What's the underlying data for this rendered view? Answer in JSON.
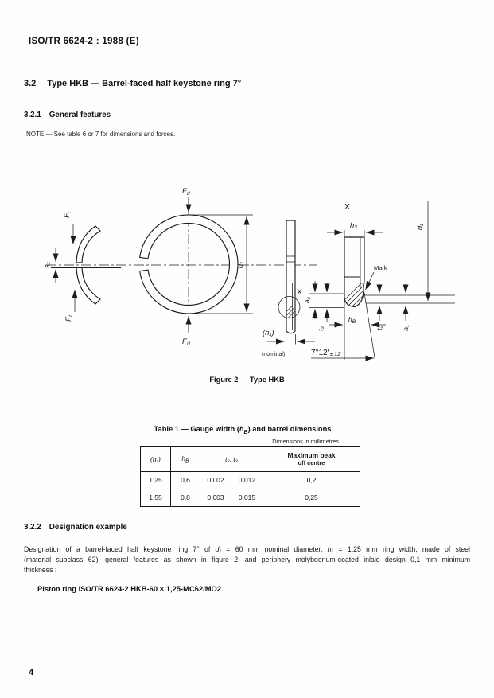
{
  "page": {
    "header": "ISO/TR 6624-2 : 1988 (E)",
    "page_number": "4"
  },
  "sections": {
    "s32_number": "3.2",
    "s32_title": "Type HKB — Barrel-faced half keystone ring 7°",
    "s321_number": "3.2.1",
    "s321_title": "General features",
    "note": "NOTE — See table 6 or 7 for dimensions and forces.",
    "s322_number": "3.2.2",
    "s322_title": "Designation example"
  },
  "figure": {
    "caption": "Figure 2 — Type HKB",
    "labels": {
      "fd": {
        "base": "F",
        "sub": "d"
      },
      "ft": {
        "base": "F",
        "sub": "t"
      },
      "s1": "s₁",
      "d1": "d₁",
      "x": "X",
      "h3": "h₃",
      "mark": "Mark",
      "a6": "a₆",
      "t3": "t₃",
      "t2": "t₂",
      "a1": "a₁",
      "hb": {
        "base": "h",
        "sub": "B"
      },
      "h1_nominal": "(h₁)",
      "nominal_note": "(nominal)",
      "angle_main": "7°12′",
      "angle_tol": "± 12′"
    }
  },
  "table1": {
    "title_pre": "Table 1 — Gauge width (",
    "title_sym": {
      "base": "h",
      "sub": "B"
    },
    "title_post": ") and barrel dimensions",
    "units_note": "Dimensions in millimetres",
    "headers": {
      "h1": "(h₁)",
      "hb": {
        "base": "h",
        "sub": "B"
      },
      "t23": "t₂, t₃",
      "peak_line1": "Maximum peak",
      "peak_line2": "off centre"
    },
    "rows": [
      {
        "h1": "1,25",
        "hb": "0,6",
        "t2": "0,002",
        "t3": "0,012",
        "peak": "0,2"
      },
      {
        "h1": "1,55",
        "hb": "0,8",
        "t2": "0,003",
        "t3": "0,015",
        "peak": "0,25"
      }
    ]
  },
  "designation": {
    "line1_pre": "Designation of a barrel-faced half keystone ring 7° of ",
    "line1_sym1": "d₁",
    "line1_mid": " = 60 mm nominal diameter, ",
    "line1_sym2": "h₁",
    "line1_post": " = 1,25 mm ring width, made of steel",
    "line2": "(material subclass 62), general features as shown in figure 2, and periphery molybdenum-coated inlaid design 0,1 mm minimum",
    "line3": "thickness :",
    "code": "Piston ring ISO/TR 6624-2 HKB-60 × 1,25-MC62/MO2"
  }
}
